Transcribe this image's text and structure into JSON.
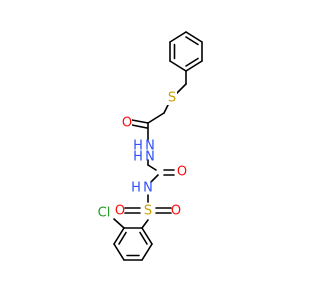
{
  "molecule": {
    "atom_labels": {
      "S_thio": "S",
      "O_acyl": "O",
      "N_hyd1": "N",
      "H_hyd1": "H",
      "N_hyd2": "N",
      "H_hyd2": "H",
      "O_urea": "O",
      "N_sulf": "N",
      "H_sulf": "H",
      "S_sulf": "S",
      "O_sulf_left": "O",
      "O_sulf_right": "O",
      "Cl": "Cl"
    },
    "colors": {
      "carbon_bond": "#000000",
      "oxygen": "#ff0d0d",
      "nitrogen": "#3050f8",
      "sulfur": "#c8a000",
      "chlorine": "#1fa01f"
    }
  }
}
